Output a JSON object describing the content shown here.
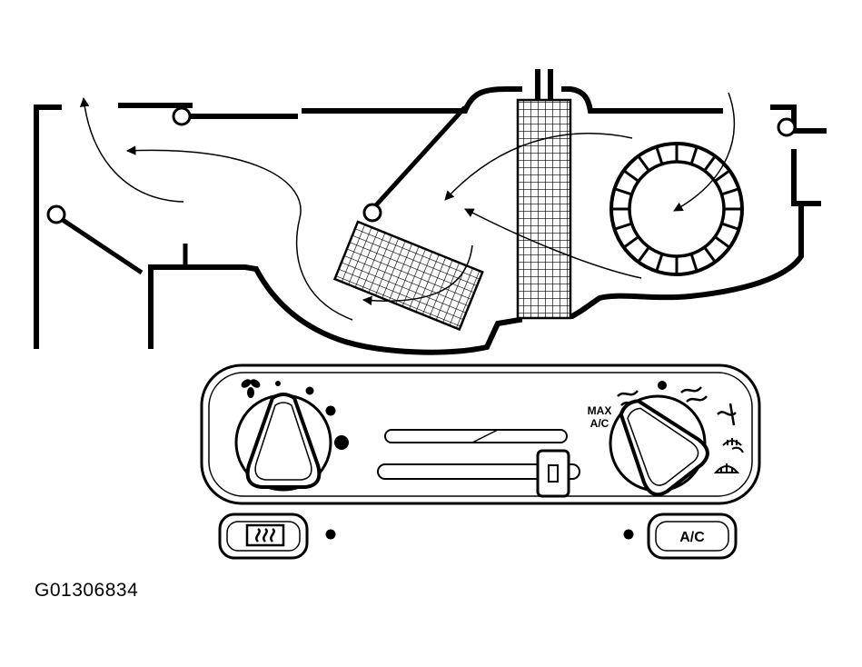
{
  "figure_id": "G01306834",
  "control_panel": {
    "mode_knob_label_line1": "MAX",
    "mode_knob_label_line2": "A/C",
    "ac_button_label": "A/C"
  },
  "icons": {
    "fan": "fan-icon",
    "rear_defrost": "rear-defrost-icon",
    "panel_vent": "panel-vent-icon",
    "bilevel": "bilevel-icon",
    "floor": "floor-icon",
    "floor_defrost": "floor-defrost-icon",
    "defrost": "defrost-icon"
  }
}
